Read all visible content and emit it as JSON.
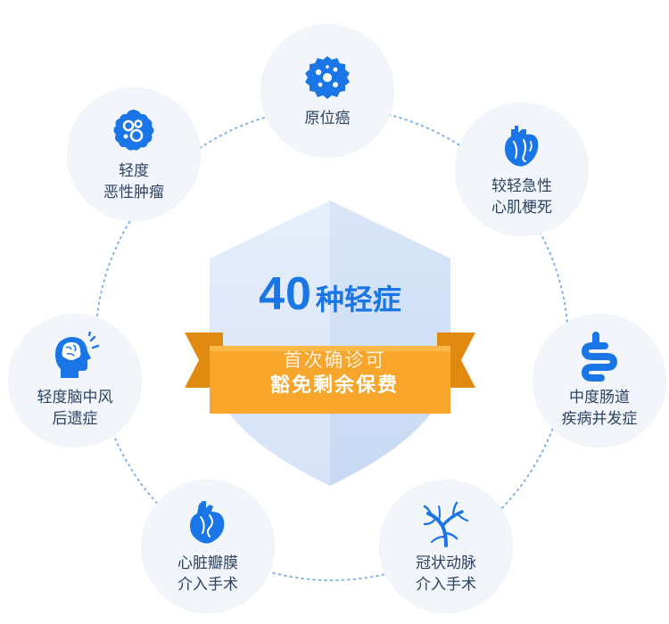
{
  "center": {
    "count": "40",
    "title_suffix": "种轻症",
    "ribbon_line1": "首次确诊可",
    "ribbon_line2": "豁免剩余保费"
  },
  "nodes": [
    {
      "label": "原位癌",
      "icon": "cell-icon"
    },
    {
      "label": "轻度\n恶性肿瘤",
      "icon": "tumor-cell-icon"
    },
    {
      "label": "较轻急性\n心肌梗死",
      "icon": "heart-icon"
    },
    {
      "label": "轻度脑中风\n后遗症",
      "icon": "brain-head-icon"
    },
    {
      "label": "中度肠道\n疾病并发症",
      "icon": "intestine-icon"
    },
    {
      "label": "心脏瓣膜\n介入手术",
      "icon": "heart-valve-icon"
    },
    {
      "label": "冠状动脉\n介入手术",
      "icon": "artery-icon"
    }
  ],
  "colors": {
    "accent": "#1a76e6",
    "node_bg": "#f2f6fb",
    "ribbon": "#f7a52b",
    "ribbon_dark": "#e08a12",
    "shield": "#e3eefb",
    "text": "#2d4263"
  }
}
